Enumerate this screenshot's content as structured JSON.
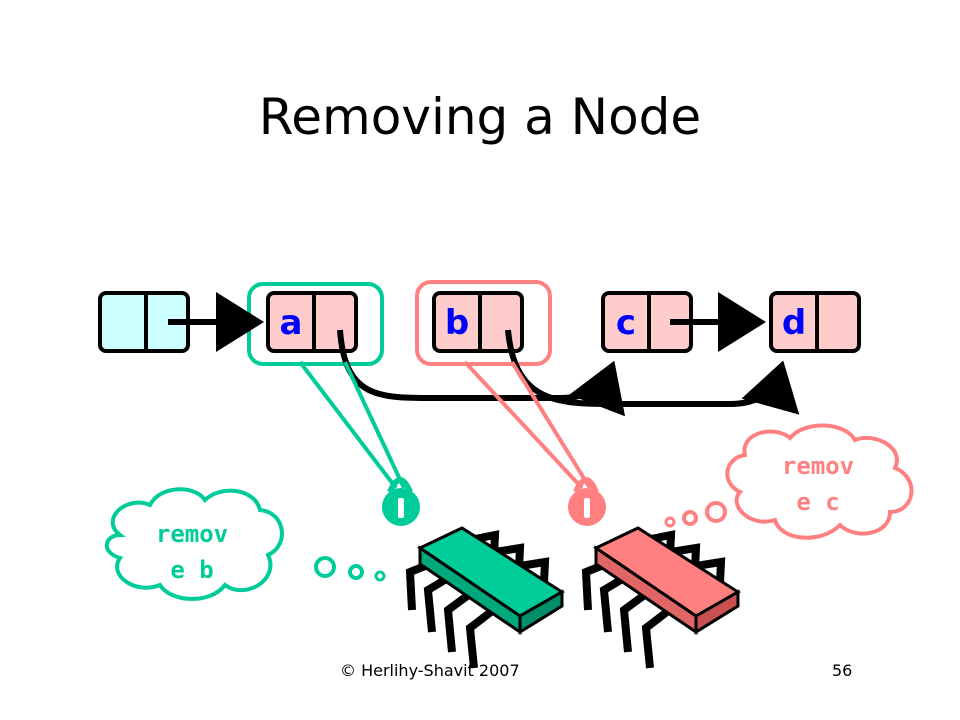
{
  "slide": {
    "title": "Removing a Node",
    "footer_copyright": "© Herlihy-Shavit 2007",
    "page_number": "56"
  },
  "list": {
    "sentinel_color": "#ccffff",
    "node_color": "#ffcccc",
    "nodes": [
      {
        "label": "a"
      },
      {
        "label": "b"
      },
      {
        "label": "c"
      },
      {
        "label": "d"
      }
    ]
  },
  "threads": [
    {
      "color": "#00cc99",
      "thought_line1": "remov",
      "thought_line2": "e b",
      "locks": "a"
    },
    {
      "color": "#ff8080",
      "thought_line1": "remov",
      "thought_line2": "e c",
      "locks": "b"
    }
  ],
  "icons": [
    "padlock-icon",
    "thread-chip-icon",
    "thought-cloud-icon"
  ]
}
